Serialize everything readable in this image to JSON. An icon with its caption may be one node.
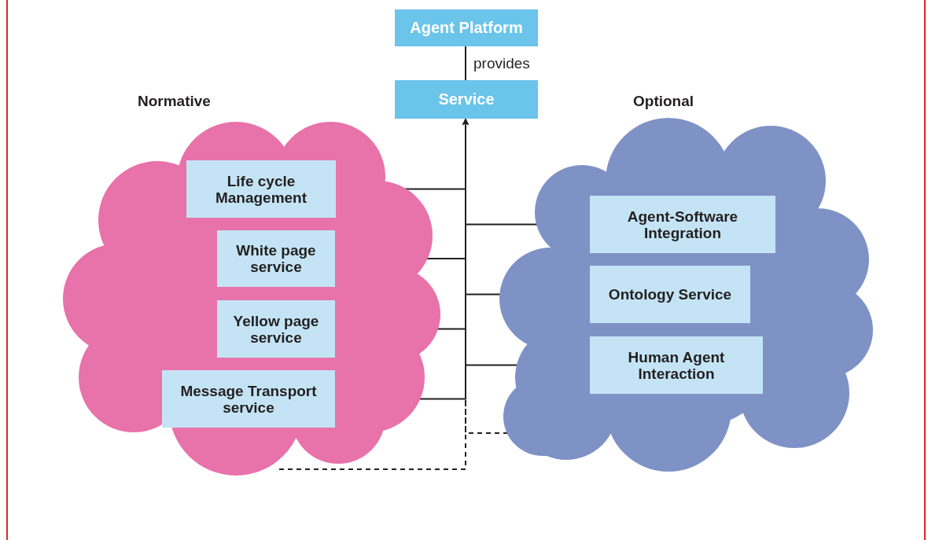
{
  "diagram": {
    "nodes": [
      {
        "text": [
          "Agent Platform"
        ]
      },
      {
        "text": [
          "Service"
        ]
      },
      {
        "text": [
          "Normative"
        ]
      },
      {
        "text": [
          "Life cycle Management"
        ],
        "in": 2
      },
      {
        "text": [
          "White page service"
        ],
        "in": 2
      },
      {
        "text": [
          "Yellow page service"
        ],
        "in": 2
      },
      {
        "text": [
          "Message Transport service"
        ],
        "in": 2
      },
      {
        "text": [
          "Optional"
        ]
      },
      {
        "text": [
          "Agent-Software Integration"
        ],
        "in": 7
      },
      {
        "text": [
          "Ontology Service"
        ],
        "in": 7
      },
      {
        "text": [
          "Human Agent Interaction"
        ],
        "in": 7
      }
    ],
    "edges": [
      {
        "from": 0,
        "to": 1,
        "arrow": "none",
        "label": "provides"
      },
      {
        "from": 3,
        "to": 1,
        "arrow": "to"
      },
      {
        "from": 4,
        "to": 1,
        "arrow": "to"
      },
      {
        "from": 5,
        "to": 1,
        "arrow": "to"
      },
      {
        "from": 6,
        "to": 1,
        "arrow": "to"
      },
      {
        "from": 8,
        "to": 1,
        "arrow": "to"
      },
      {
        "from": 9,
        "to": 1,
        "arrow": "to"
      },
      {
        "from": 10,
        "to": 1,
        "arrow": "to"
      },
      {
        "from": 2,
        "to": 1,
        "arrow": "to",
        "style": "dashed"
      },
      {
        "from": 7,
        "to": 1,
        "arrow": "to",
        "style": "dashed"
      }
    ]
  }
}
